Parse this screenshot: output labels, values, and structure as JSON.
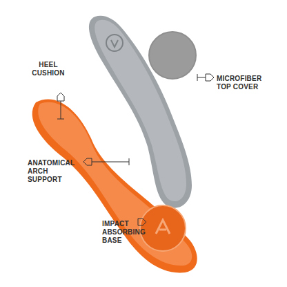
{
  "diagram": {
    "labels": [
      "HEEL CUSHION",
      "MICROFIBER TOP COVER",
      "ANATOMICAL ARCH SUPPORT",
      "IMPACT ABSORBING BASE"
    ]
  }
}
